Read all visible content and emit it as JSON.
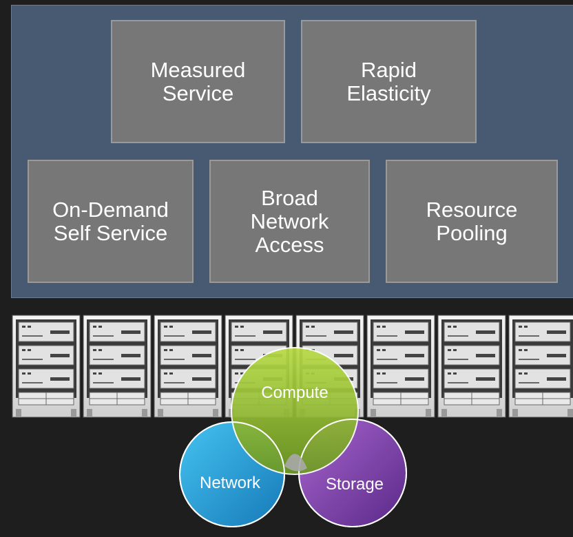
{
  "characteristics": {
    "measured_service": "Measured Service",
    "rapid_elasticity": "Rapid Elasticity",
    "on_demand": "On-Demand Self Service",
    "broad_network": "Broad Network Access",
    "resource_pooling": "Resource Pooling"
  },
  "venn": {
    "compute": "Compute",
    "network": "Network",
    "storage": "Storage"
  },
  "colors": {
    "panel": "#485a72",
    "box": "#777777",
    "compute": "#9ac238",
    "network": "#2ba9e0",
    "storage": "#9a55c4"
  }
}
